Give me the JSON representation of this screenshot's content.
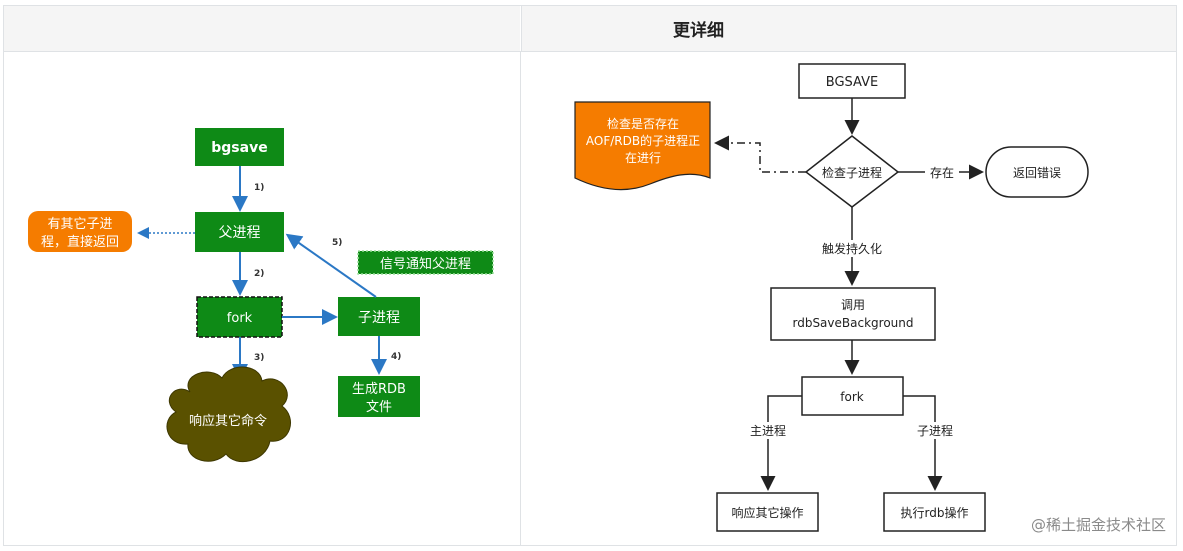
{
  "header": {
    "title": "更详细"
  },
  "left_diagram": {
    "bgsave": "bgsave",
    "parent": "父进程",
    "fork": "fork",
    "child": "子进程",
    "rdb_line1": "生成RDB",
    "rdb_line2": "文件",
    "respond": "响应其它命令",
    "signal": "信号通知父进程",
    "other_child_line1": "有其它子进",
    "other_child_line2": "程，直接返回",
    "step1": "1)",
    "step2": "2)",
    "step3": "3)",
    "step4": "4)",
    "step5": "5)",
    "colors": {
      "green": "#0e8a16",
      "orange": "#f57c00",
      "olive": "#5a5100",
      "arrow": "#2b78c5"
    }
  },
  "right_diagram": {
    "bgsave": "BGSAVE",
    "check_line1": "检查是否存在",
    "check_line2": "AOF/RDB的子进程正",
    "check_line3": "在进行",
    "check_child": "检查子进程",
    "exists": "存在",
    "return_error": "返回错误",
    "trigger": "触发持久化",
    "call_line1": "调用",
    "call_line2": "rdbSaveBackground",
    "fork": "fork",
    "main_process": "主进程",
    "child_process": "子进程",
    "respond_ops": "响应其它操作",
    "exec_rdb": "执行rdb操作",
    "colors": {
      "orange": "#f57c00"
    }
  },
  "watermark": "@稀土掘金技术社区"
}
